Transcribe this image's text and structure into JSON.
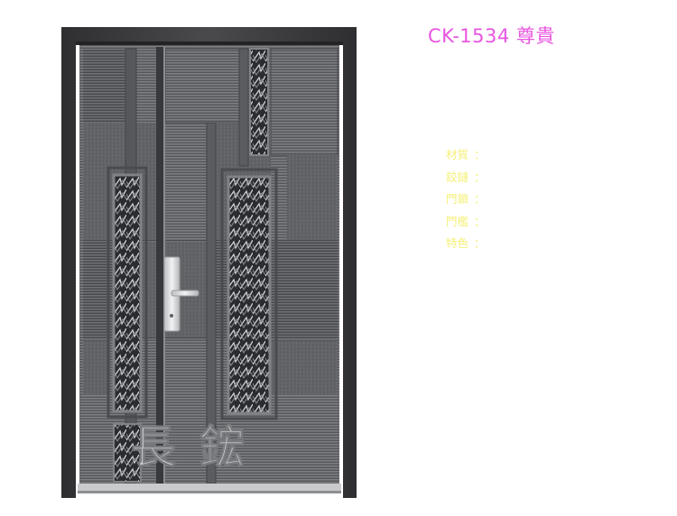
{
  "product": {
    "title": "CK-1534 尊貴",
    "title_color": "#e855e0"
  },
  "specs": {
    "color": "#f5f07a",
    "items": [
      {
        "label": "材質",
        "sep": "："
      },
      {
        "label": "鉸鏈",
        "sep": "："
      },
      {
        "label": "門鎖",
        "sep": "："
      },
      {
        "label": "門檻",
        "sep": "："
      },
      {
        "label": "特色",
        "sep": "："
      }
    ]
  },
  "door": {
    "frame_color": "#3a393c",
    "panel_color": "#6d6f73",
    "glass_color": "#2a2b2e",
    "handle_color": "#d7d8da"
  },
  "watermark": {
    "text": "長鋐"
  }
}
